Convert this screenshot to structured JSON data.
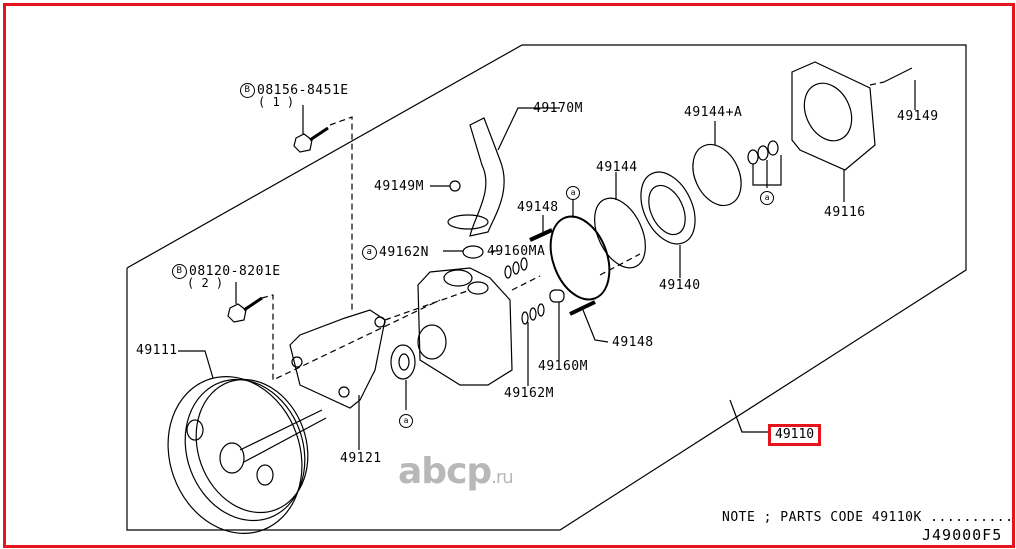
{
  "diagram": {
    "title_code": "J49000F5",
    "note": "NOTE ; PARTS CODE 49110K ..........",
    "note_symbol": "a",
    "watermark": {
      "main": "abcp",
      "suffix": ".ru"
    },
    "highlight_color": "#e8141c",
    "highlighted_part": "49110",
    "bolts": [
      {
        "symbol": "B",
        "code": "08156-8451E",
        "qty": "( 1 )"
      },
      {
        "symbol": "B",
        "code": "08120-8201E",
        "qty": "( 2 )"
      }
    ],
    "labels": {
      "p49170M": "49170M",
      "p49149M": "49149M",
      "p49162N": "49162N",
      "p49160MA": "49160MA",
      "p49148a": "49148",
      "p49148b": "49148",
      "p49144": "49144",
      "p49144A": "49144+A",
      "p49140": "49140",
      "p49116": "49116",
      "p49149": "49149",
      "p49111": "49111",
      "p49121": "49121",
      "p49160M": "49160M",
      "p49162M": "49162M",
      "p49110": "49110"
    },
    "kit_symbol": "a"
  }
}
